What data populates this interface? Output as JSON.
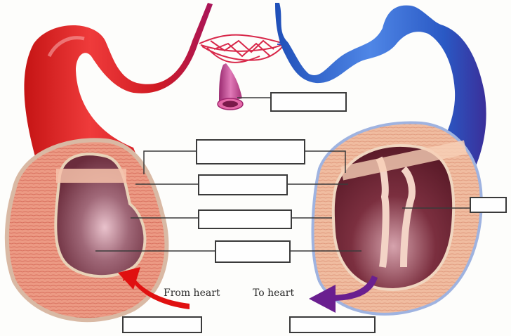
{
  "diagram": {
    "title": "Artery, capillary bed and vein cross-section labeling diagram",
    "captions": {
      "from_heart": "From heart",
      "to_heart": "To heart"
    },
    "structures": [
      {
        "name": "artery",
        "color": "#d81e1e"
      },
      {
        "name": "capillary-bed",
        "color": "#d8284a"
      },
      {
        "name": "arteriole-cross-section",
        "color": "#c0508f"
      },
      {
        "name": "vein",
        "color": "#2a5fc8"
      },
      {
        "name": "artery-cross-section",
        "color": "#e8957a"
      },
      {
        "name": "vein-cross-section",
        "color": "#eab293"
      }
    ],
    "arrows": [
      {
        "name": "from-heart-arrow",
        "color": "#e01010"
      },
      {
        "name": "to-heart-arrow",
        "color": "#6a1f8f"
      }
    ],
    "label_boxes": [
      {
        "id": "capillary-label",
        "value": ""
      },
      {
        "id": "tunica-externa-label",
        "value": ""
      },
      {
        "id": "tunica-media-label",
        "value": ""
      },
      {
        "id": "tunica-intima-label",
        "value": ""
      },
      {
        "id": "lumen-label",
        "value": ""
      },
      {
        "id": "valve-label",
        "value": ""
      },
      {
        "id": "artery-name-label",
        "value": ""
      },
      {
        "id": "vein-name-label",
        "value": ""
      }
    ]
  }
}
